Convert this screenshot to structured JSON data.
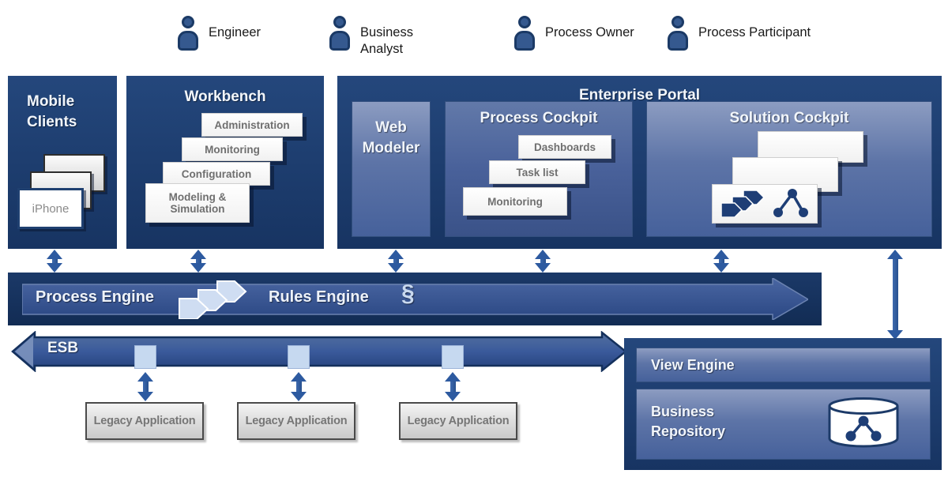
{
  "actors": [
    {
      "label": "Engineer"
    },
    {
      "label": "Business Analyst"
    },
    {
      "label": "Process Owner"
    },
    {
      "label": "Process Participant"
    }
  ],
  "mobile_clients": {
    "title": "Mobile Clients",
    "device_label": "iPhone"
  },
  "workbench": {
    "title": "Workbench",
    "items": [
      "Administration",
      "Monitoring",
      "Configuration",
      "Modeling & Simulation"
    ]
  },
  "enterprise_portal": {
    "title": "Enterprise Portal",
    "web_modeler": {
      "title": "Web Modeler"
    },
    "process_cockpit": {
      "title": "Process Cockpit",
      "items": [
        "Dashboards",
        "Task list",
        "Monitoring"
      ]
    },
    "solution_cockpit": {
      "title": "Solution Cockpit"
    }
  },
  "process_engine": {
    "label": "Process Engine"
  },
  "rules_engine": {
    "label": "Rules Engine",
    "symbol": "§"
  },
  "esb": {
    "label": "ESB"
  },
  "legacy_applications": [
    "Legacy Application",
    "Legacy Application",
    "Legacy Application"
  ],
  "view_engine": {
    "label": "View Engine"
  },
  "business_repository": {
    "label": "Business Repository"
  },
  "colors": {
    "navy": "#1b3a68",
    "panel_blue": "#47629c",
    "arrow_blue": "#2d5aa0",
    "port_blue": "#c6d9f0",
    "card_text_gray": "#6f6f6f",
    "legacy_gray": "#d9d9d9"
  }
}
